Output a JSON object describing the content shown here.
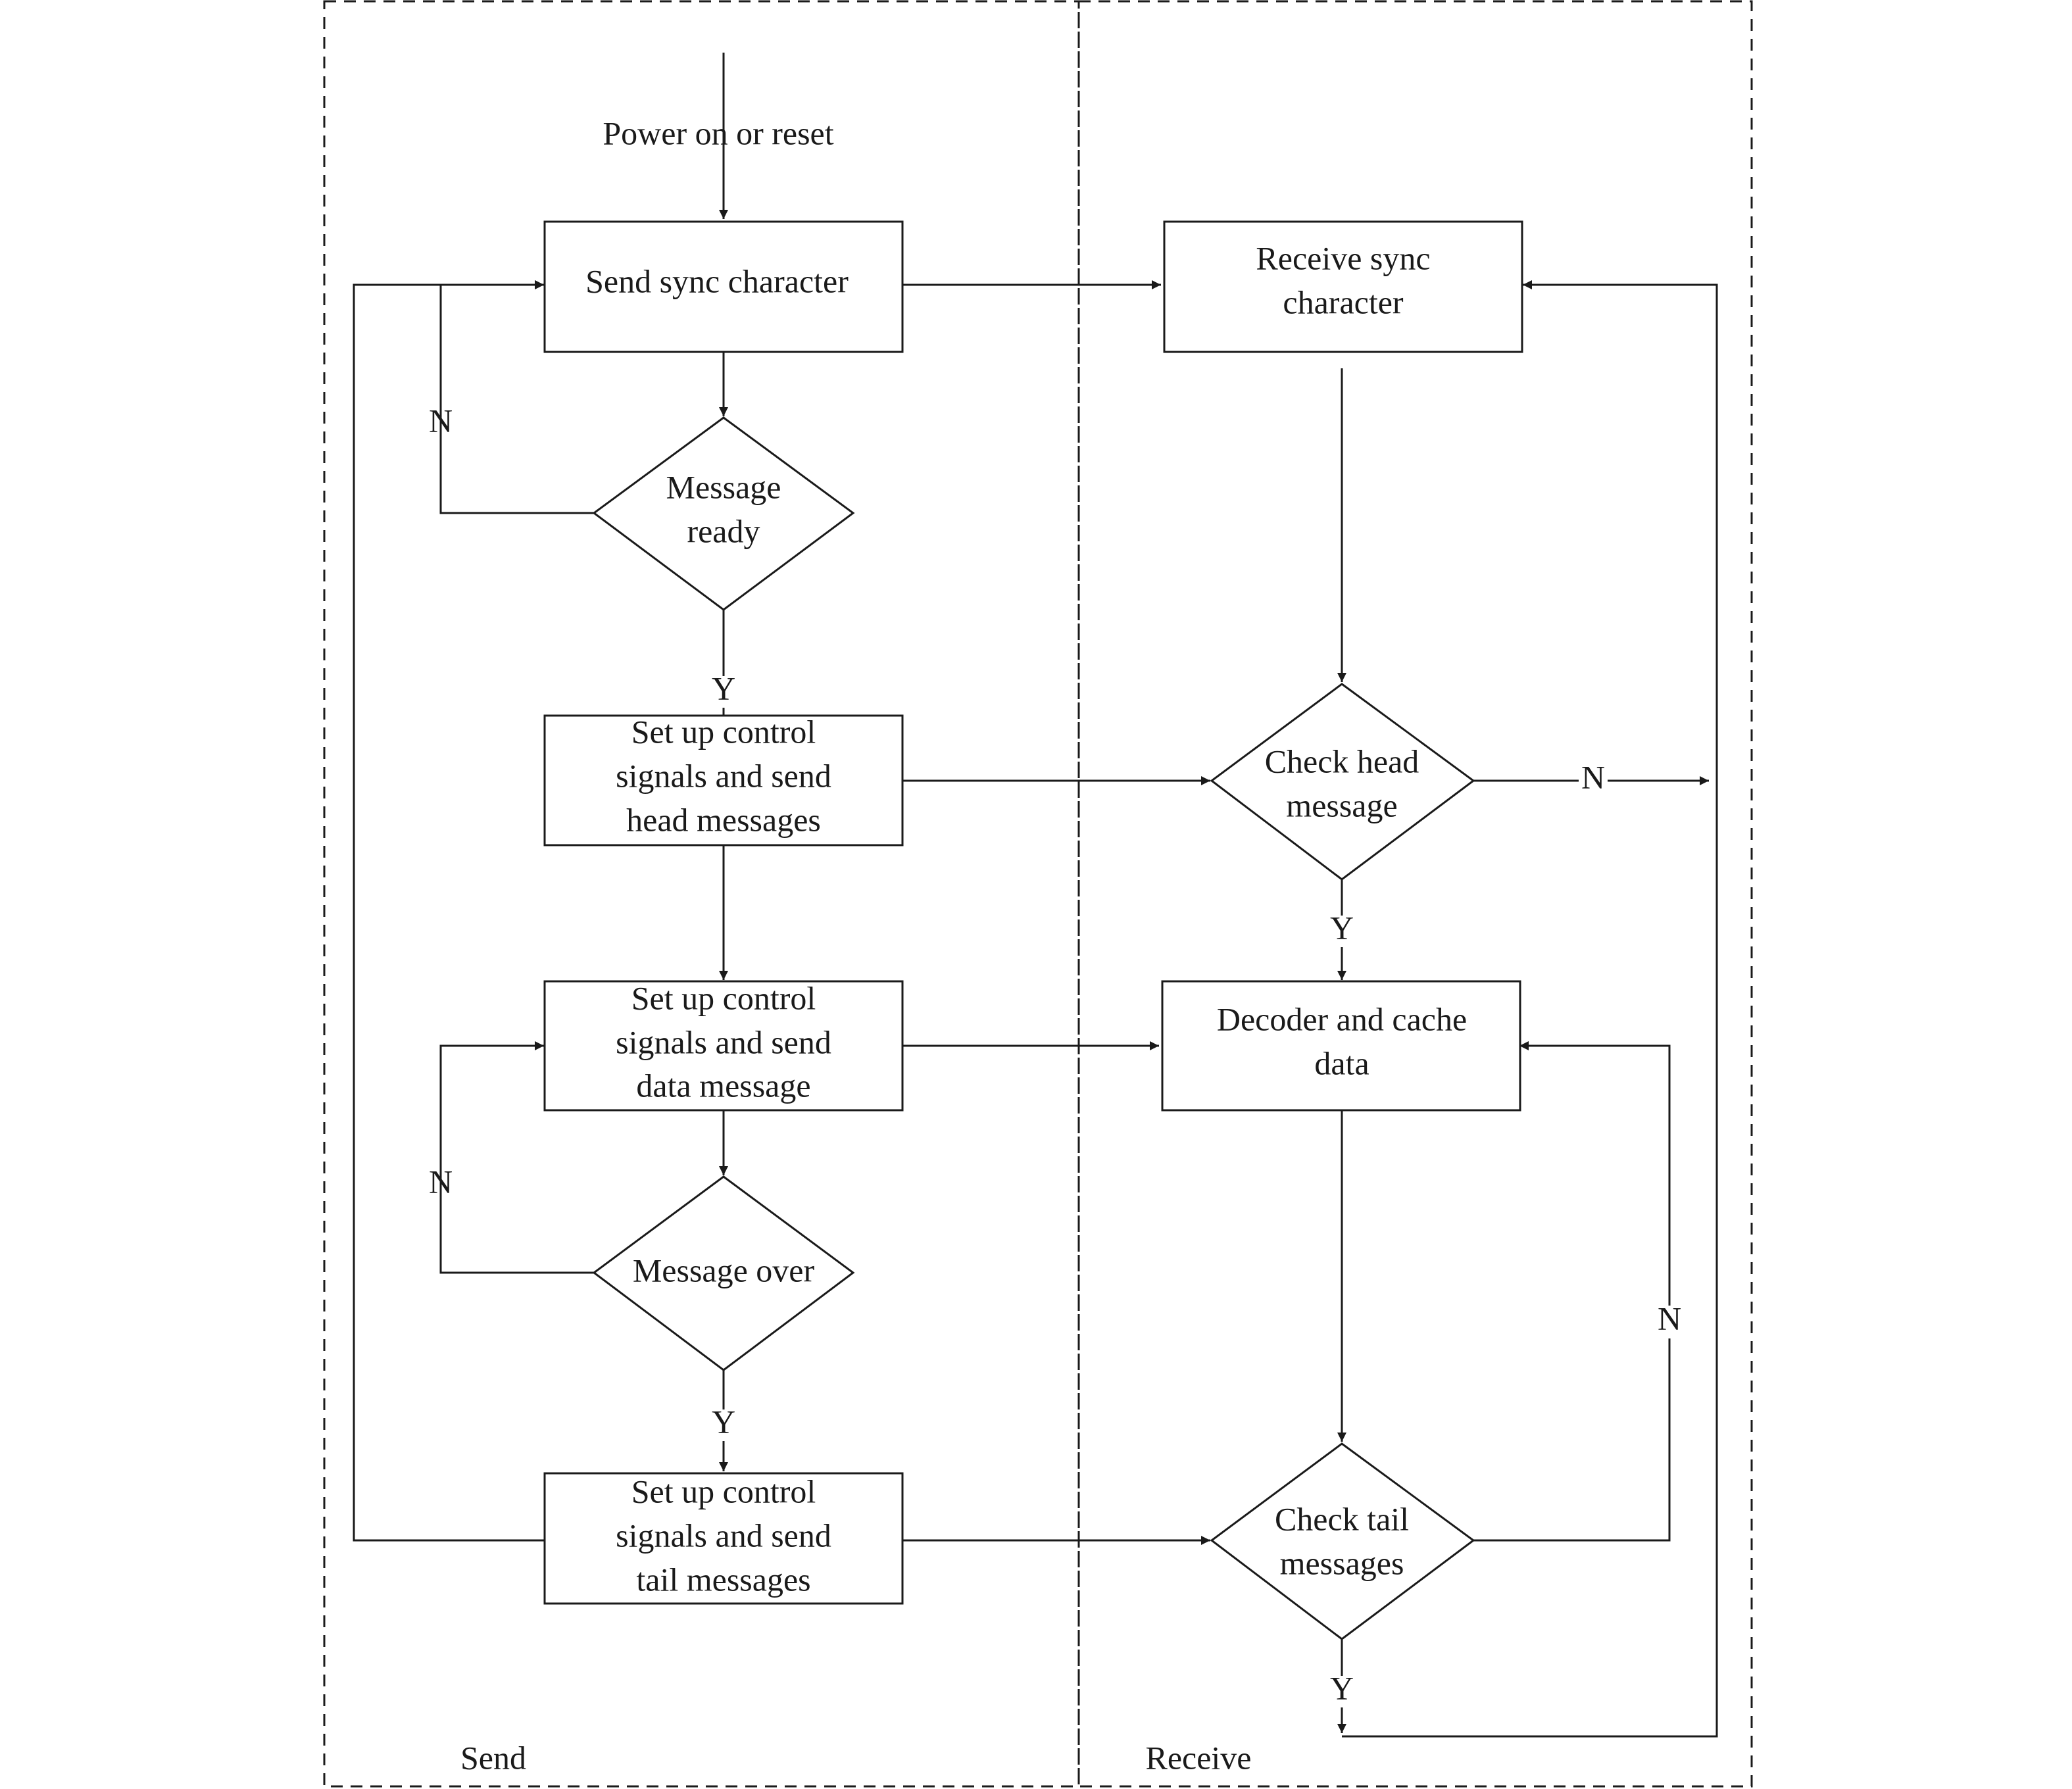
{
  "lanes": {
    "send": "Send",
    "receive": "Receive"
  },
  "nodes": {
    "start_label": "Power on or reset",
    "send_sync": "Send sync character",
    "message_ready": [
      "Message",
      "ready"
    ],
    "head_send": [
      "Set up control",
      "signals and send",
      "head messages"
    ],
    "data_send": [
      "Set up control",
      "signals and send",
      "data message"
    ],
    "message_over": "Message over",
    "tail_send": [
      "Set up control",
      "signals and send",
      "tail messages"
    ],
    "receive_sync": [
      "Receive sync",
      "character"
    ],
    "check_head": [
      "Check head",
      "message"
    ],
    "decoder_cache": [
      "Decoder and cache",
      "data"
    ],
    "check_tail": [
      "Check tail",
      "messages"
    ]
  },
  "edge_labels": {
    "ready_no": "N",
    "ready_yes": "Y",
    "over_no": "N",
    "over_yes": "Y",
    "head_no": "N",
    "head_yes": "Y",
    "tail_no": "N",
    "tail_yes": "Y"
  }
}
